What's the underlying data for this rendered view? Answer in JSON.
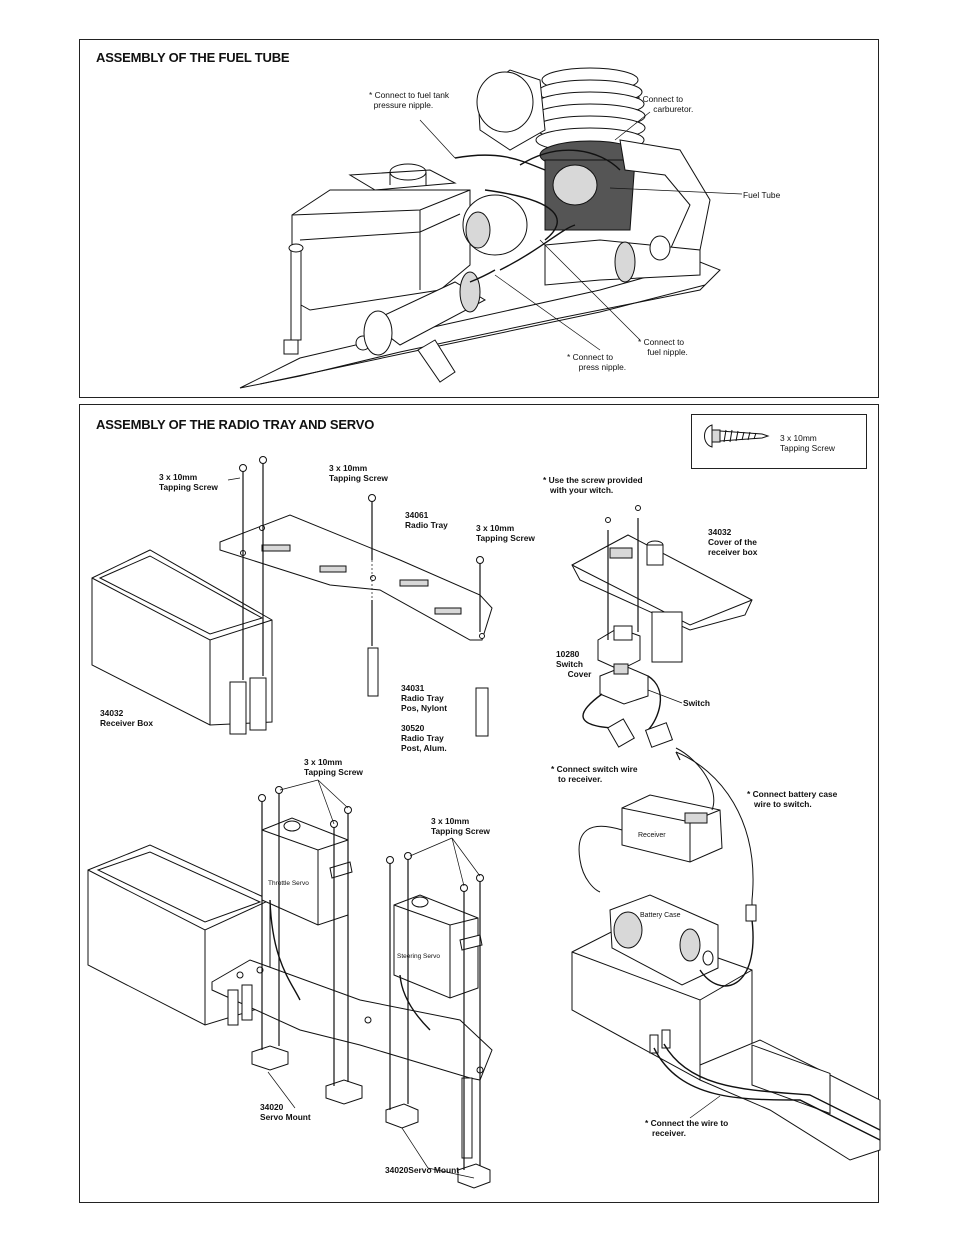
{
  "panels": {
    "fuel_tube": {
      "title": "ASSEMBLY OF THE FUEL TUBE",
      "labels": {
        "tank_nipple": "* Connect to fuel tank\n  pressure nipple.",
        "carburetor": "* Connect to\n       carburetor.",
        "fuel_tube": "Fuel Tube",
        "fuel_nipple": "* Connect to\n    fuel nipple.",
        "press_nipple": "* Connect to\n     press nipple."
      }
    },
    "radio_tray": {
      "title": "ASSEMBLY OF THE RADIO TRAY AND SERVO",
      "inset_label": "3 x 10mm\nTapping Screw",
      "labels": {
        "screw_a": "3 x 10mm\nTapping Screw",
        "screw_b": "3 x 10mm\nTapping Screw",
        "radio_tray": "34061\nRadio Tray",
        "screw_c": "3 x 10mm\nTapping Screw",
        "receiver_box": "34032\nReceiver Box",
        "tray_pos": "34031\nRadio Tray\nPos, Nylont",
        "tray_post": "30520\nRadio Tray\nPost, Alum.",
        "use_screw": "* Use the screw provided\n   with your witch.",
        "cover_box": "34032\nCover of the\nreceiver box",
        "switch_cover": "10280\nSwitch\n     Cover",
        "switch": "Switch",
        "connect_switch": "* Connect switch wire\n   to receiver.",
        "connect_battery": "* Connect battery case\n   wire to switch.",
        "receiver": "Receiver",
        "battery_case": "Battery Case",
        "screw_d": "3 x 10mm\nTapping Screw",
        "screw_e": "3 x 10mm\nTapping Screw",
        "throttle_servo": "Throttle Servo",
        "steering_servo": "Steering Servo",
        "servo_mount_a": "34020\nServo Mount",
        "servo_mount_b": "34020Servo Mount",
        "connect_wire": "* Connect the wire to\n   receiver."
      }
    }
  }
}
